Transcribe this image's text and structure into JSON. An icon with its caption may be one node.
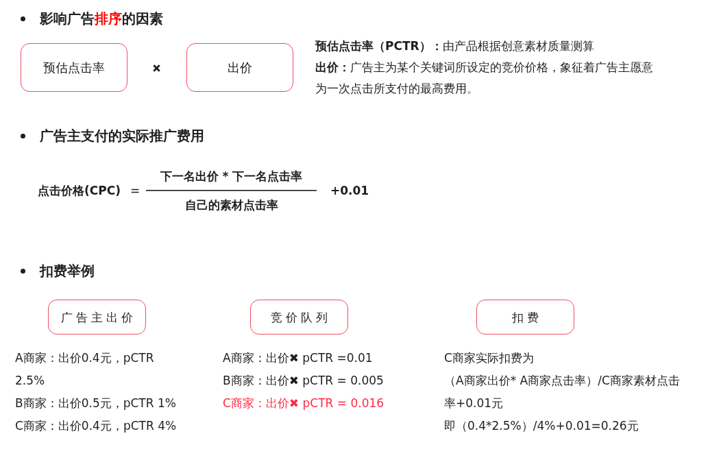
{
  "diagram": {
    "nodes": [
      {
        "text": [
          "预估点击率"
        ]
      },
      {
        "text": [
          "出价"
        ]
      },
      {
        "text": [
          "广告主出价"
        ],
        "beside": [
          "A商家：出价0.4元，pCTR 2.5%",
          "B商家：出价0.5元，pCTR 1%",
          "C商家：出价0.4元，pCTR 4%"
        ]
      },
      {
        "text": [
          "竞价队列"
        ],
        "beside": [
          "A商家：出价✖ pCTR =0.01",
          "B商家：出价✖ pCTR = 0.005",
          "C商家：出价✖ pCTR = 0.016"
        ]
      },
      {
        "text": [
          "扣费"
        ],
        "beside": [
          "C商家实际扣费为",
          "（A商家出价* A商家点击率）/C商家素材点击率+0.01元",
          "即（0.4*2.5%）/4%+0.01=0.26元"
        ]
      }
    ],
    "labels": [
      "影响广告**排序**的因素",
      "**预估点击率（PCTR）：**由产品根据创意素材质量测算",
      "**出价：**广告主为某个关键词所设定的竞价价格，象征着广告主愿意为一次点击所支付的最高费用。",
      "广告主支付的实际推广费用",
      "点击价格(CPC)",
      "=",
      "下一名出价 * 下一名点击率",
      "自己的素材点击率",
      "+0.01",
      "扣费举例"
    ]
  }
}
